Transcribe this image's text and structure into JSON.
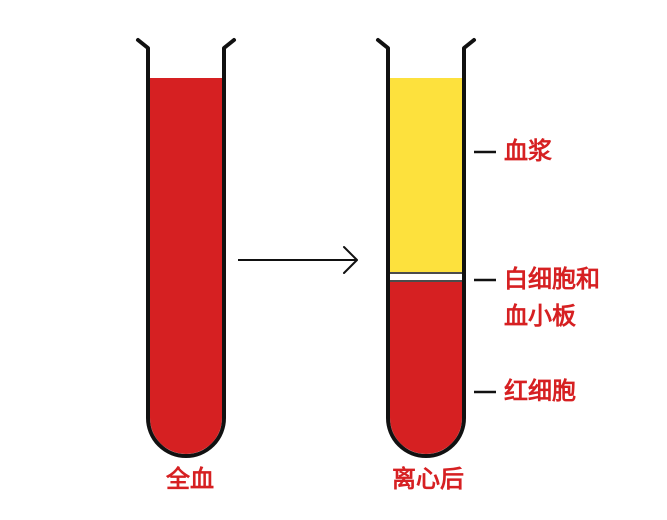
{
  "colors": {
    "blood": "#d62022",
    "plasma": "#fde13d",
    "buffy_coat": "#ffffff",
    "outline": "#111111",
    "label": "#d62022"
  },
  "tubes": {
    "whole": {
      "label": "全血",
      "fill_fraction": 0.91
    },
    "centrifuged": {
      "label": "离心后",
      "layers": [
        {
          "name": "血浆",
          "fraction": 0.55
        },
        {
          "name": "白细胞和血小板",
          "fraction": 0.015
        },
        {
          "name": "红细胞",
          "fraction": 0.435
        }
      ]
    }
  },
  "callouts": {
    "plasma": "血浆",
    "wbc_platelets_line1": "白细胞和",
    "wbc_platelets_line2": "血小板",
    "rbc": "红细胞"
  }
}
